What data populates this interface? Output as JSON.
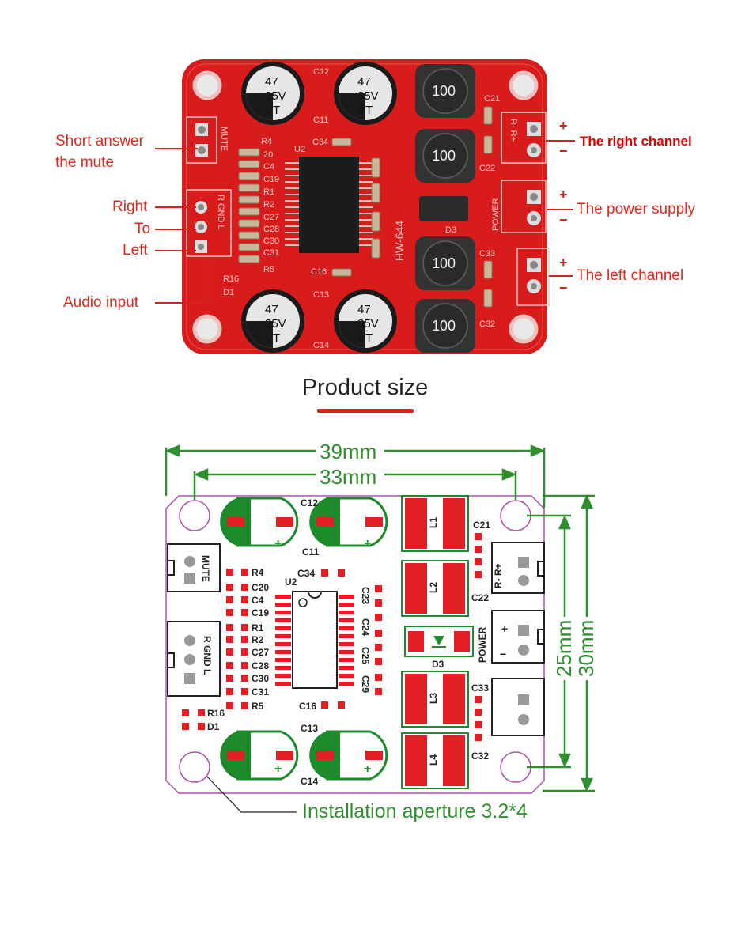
{
  "photo": {
    "labels": {
      "mute": "Short answer\nthe mute",
      "right": "Right",
      "to": "To",
      "left": "Left",
      "audio_input": "Audio input",
      "right_channel": "The right channel",
      "power_supply": "The power supply",
      "left_channel": "The left channel"
    },
    "board_marks": {
      "cap_value": [
        "47",
        "35V",
        "VT"
      ],
      "inductor_value": "100",
      "chip": "U2",
      "model": "HW-644",
      "mute": "MUTE",
      "input": "R GND L",
      "power": "POWER",
      "out_right": "R- R+",
      "diode": "D3"
    },
    "polarity": {
      "plus": "+",
      "minus": "−"
    }
  },
  "section_title": "Product size",
  "dimensions": {
    "width_outer": "39mm",
    "width_inner": "33mm",
    "height_inner": "25mm",
    "height_outer": "30mm",
    "aperture": "Installation aperture 3.2*4"
  },
  "pcb_layout": {
    "caps": [
      "C12",
      "C11",
      "C13",
      "C14"
    ],
    "inductors": [
      "L1",
      "L2",
      "L3",
      "L4"
    ],
    "left_column": [
      "R4",
      "C20",
      "C4",
      "C19",
      "R1",
      "R2",
      "C27",
      "C28",
      "C30",
      "C31",
      "R5"
    ],
    "right_column": [
      "C23",
      "C24",
      "C25",
      "C29"
    ],
    "misc": [
      "C34",
      "U2",
      "C16",
      "R16",
      "D1",
      "C21",
      "C22",
      "C33",
      "C32",
      "D3"
    ],
    "connectors": {
      "mute": "MUTE",
      "input": "R GND L",
      "power": "POWER",
      "out_right": "R- R+"
    }
  },
  "colors": {
    "board_red": "#d81c1c",
    "label_red": "#e0281e",
    "dimension_green": "#2f8f2f",
    "outline_purple": "#b04fb0",
    "pad_red": "#e31e24"
  }
}
